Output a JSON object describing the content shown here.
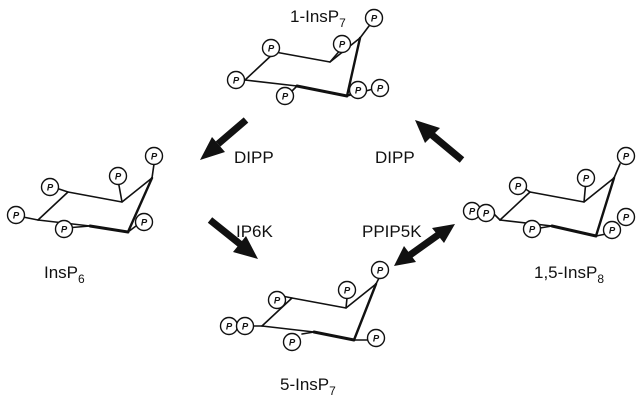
{
  "colors": {
    "ink": "#111111",
    "background": "#ffffff"
  },
  "phosphate_symbol": "P",
  "molecules": {
    "insp7_1": {
      "label_main": "1-InsP",
      "label_sub": "7"
    },
    "insp6": {
      "label_main": "InsP",
      "label_sub": "6"
    },
    "insp7_5": {
      "label_main": "5-InsP",
      "label_sub": "7"
    },
    "insp8": {
      "label_main": "1,5-InsP",
      "label_sub": "8"
    }
  },
  "enzymes": {
    "dipp_left": "DIPP",
    "dipp_right": "DIPP",
    "ip6k": "IP6K",
    "ppip5k": "PPIP5K"
  }
}
